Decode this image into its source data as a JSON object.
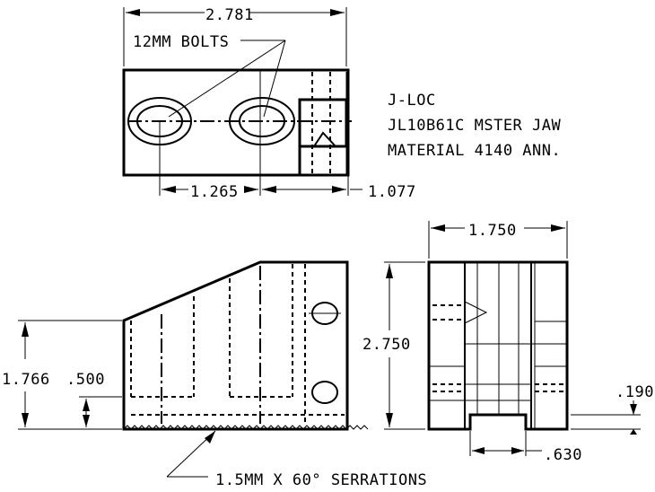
{
  "title_block": {
    "line1": "J-LOC",
    "line2": "JL10B61C MSTER JAW",
    "line3": "MATERIAL  4140 ANN."
  },
  "top_view": {
    "overall_width": "2.781",
    "bolt_note": "12MM BOLTS",
    "bolt_spacing": "1.265",
    "edge_offset": "1.077"
  },
  "side_view": {
    "height": "1.766",
    "step_height": ".500",
    "serration_note": "1.5MM X 60° SERRATIONS"
  },
  "end_view": {
    "width": "1.750",
    "height": "2.750",
    "key_depth": ".190",
    "key_width": ".630"
  }
}
